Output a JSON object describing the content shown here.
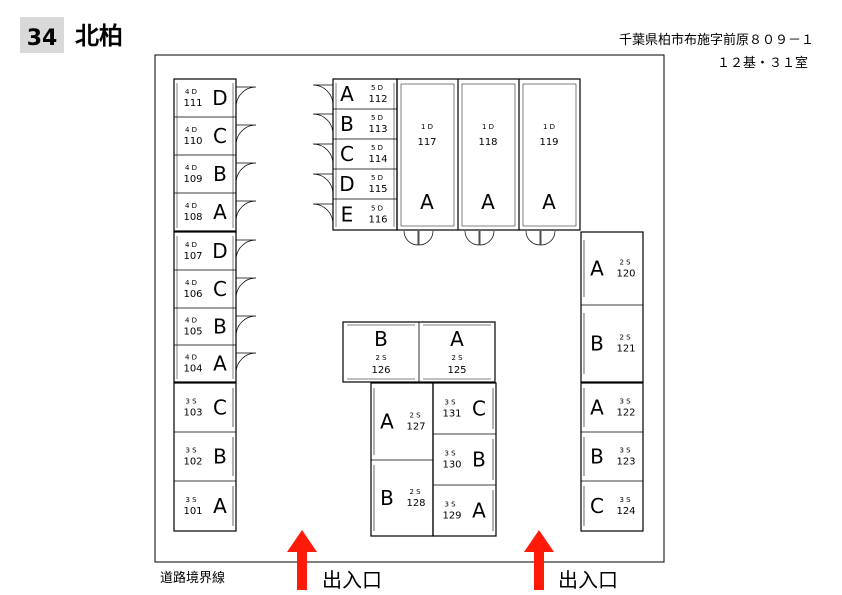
{
  "header": {
    "building_number": "34",
    "site_name": "北柏",
    "address": "千葉県柏市布施字前原８０９－１",
    "summary": "１２基・３１室"
  },
  "units": [
    {
      "id": "u111",
      "no": "111",
      "type": "4D",
      "letter": "D"
    },
    {
      "id": "u110",
      "no": "110",
      "type": "4D",
      "letter": "C"
    },
    {
      "id": "u109",
      "no": "109",
      "type": "4D",
      "letter": "B"
    },
    {
      "id": "u108",
      "no": "108",
      "type": "4D",
      "letter": "A"
    },
    {
      "id": "u107",
      "no": "107",
      "type": "4D",
      "letter": "D"
    },
    {
      "id": "u106",
      "no": "106",
      "type": "4D",
      "letter": "C"
    },
    {
      "id": "u105",
      "no": "105",
      "type": "4D",
      "letter": "B"
    },
    {
      "id": "u104",
      "no": "104",
      "type": "4D",
      "letter": "A"
    },
    {
      "id": "u103",
      "no": "103",
      "type": "3S",
      "letter": "C"
    },
    {
      "id": "u102",
      "no": "102",
      "type": "3S",
      "letter": "B"
    },
    {
      "id": "u101",
      "no": "101",
      "type": "3S",
      "letter": "A"
    },
    {
      "id": "u112",
      "no": "112",
      "type": "5D",
      "letter": "A"
    },
    {
      "id": "u113",
      "no": "113",
      "type": "5D",
      "letter": "B"
    },
    {
      "id": "u114",
      "no": "114",
      "type": "5D",
      "letter": "C"
    },
    {
      "id": "u115",
      "no": "115",
      "type": "5D",
      "letter": "D"
    },
    {
      "id": "u116",
      "no": "116",
      "type": "5D",
      "letter": "E"
    },
    {
      "id": "u117",
      "no": "117",
      "type": "1D",
      "letter": "A"
    },
    {
      "id": "u118",
      "no": "118",
      "type": "1D",
      "letter": "A"
    },
    {
      "id": "u119",
      "no": "119",
      "type": "1D",
      "letter": "A"
    },
    {
      "id": "u120",
      "no": "120",
      "type": "2S",
      "letter": "A"
    },
    {
      "id": "u121",
      "no": "121",
      "type": "2S",
      "letter": "B"
    },
    {
      "id": "u122",
      "no": "122",
      "type": "3S",
      "letter": "A"
    },
    {
      "id": "u123",
      "no": "123",
      "type": "3S",
      "letter": "B"
    },
    {
      "id": "u124",
      "no": "124",
      "type": "3S",
      "letter": "C"
    },
    {
      "id": "u126",
      "no": "126",
      "type": "2S",
      "letter": "B"
    },
    {
      "id": "u125",
      "no": "125",
      "type": "2S",
      "letter": "A"
    },
    {
      "id": "u127",
      "no": "127",
      "type": "2S",
      "letter": "A"
    },
    {
      "id": "u128",
      "no": "128",
      "type": "2S",
      "letter": "B"
    },
    {
      "id": "u131",
      "no": "131",
      "type": "3S",
      "letter": "C"
    },
    {
      "id": "u130",
      "no": "130",
      "type": "3S",
      "letter": "B"
    },
    {
      "id": "u129",
      "no": "129",
      "type": "3S",
      "letter": "A"
    }
  ],
  "labels": {
    "boundary": "道路境界線",
    "entrance_left": "出入口",
    "entrance_right": "出入口"
  },
  "colors": {
    "line": "#000000",
    "arrow": "#ff1a0a",
    "badge": "#d9d9d9"
  }
}
